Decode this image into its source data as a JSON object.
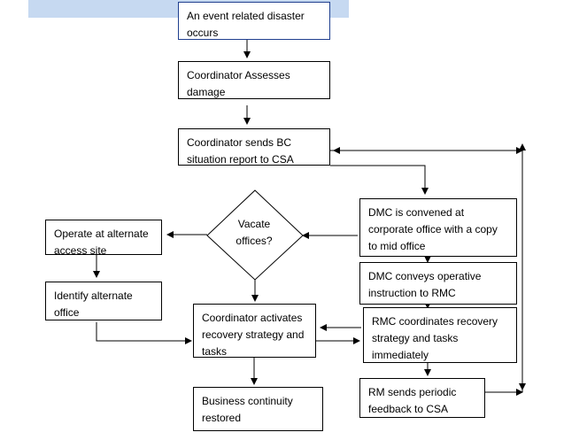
{
  "flowchart": {
    "nodes": {
      "event": "An event related disaster\noccurs",
      "assess": "Coordinator Assesses\ndamage",
      "report": "Coordinator sends BC\nsituation report to CSA",
      "dmc_convened": "DMC is convened at\ncorporate office with a copy\nto mid office",
      "decision": "Vacate\noffices?",
      "alt_site": "Operate at alternate\naccess site",
      "identify_office": "Identify alternate\noffice",
      "dmc_conveys": "DMC conveys operative\ninstruction to RMC",
      "activates": "Coordinator activates\nrecovery strategy and\ntasks",
      "rmc_coordinates": "RMC coordinates recovery\nstrategy and tasks\nimmediately",
      "restored": "Business continuity\nrestored",
      "rm_feedback": "RM sends periodic\nfeedback to CSA"
    }
  }
}
